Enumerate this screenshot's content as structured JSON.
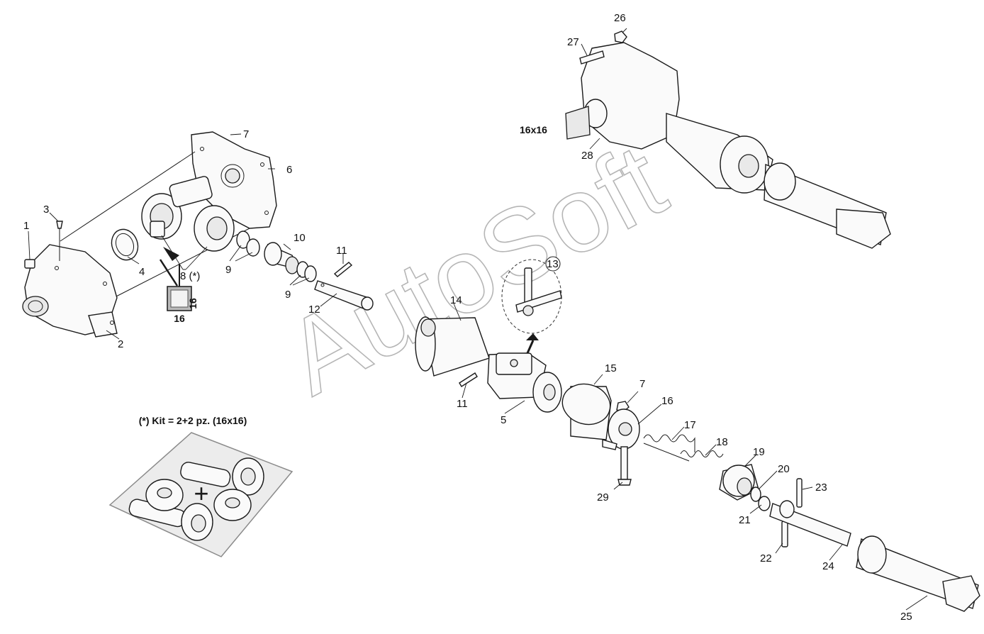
{
  "labels": {
    "l1": "1",
    "l2": "2",
    "l3": "3",
    "l4": "4",
    "l5": "5",
    "l6": "6",
    "l7a": "7",
    "l7b": "7",
    "l8": "8 (*)",
    "l9a": "9",
    "l9b": "9",
    "l10": "10",
    "l11a": "11",
    "l11b": "11",
    "l12": "12",
    "l13": "13",
    "l14": "14",
    "l15": "15",
    "l16": "16",
    "l17": "17",
    "l18": "18",
    "l19": "19",
    "l20": "20",
    "l21": "21",
    "l22": "22",
    "l23": "23",
    "l24": "24",
    "l25": "25",
    "l26": "26",
    "l27": "27",
    "l28": "28",
    "l29": "29"
  },
  "profile_box": {
    "side": "16",
    "bottom": "16"
  },
  "shaft_profile": "16x16",
  "kit": {
    "title": "(*) Kit = 2+2 pz. (16x16)",
    "plus": "+"
  },
  "watermark": "AutoSoft"
}
